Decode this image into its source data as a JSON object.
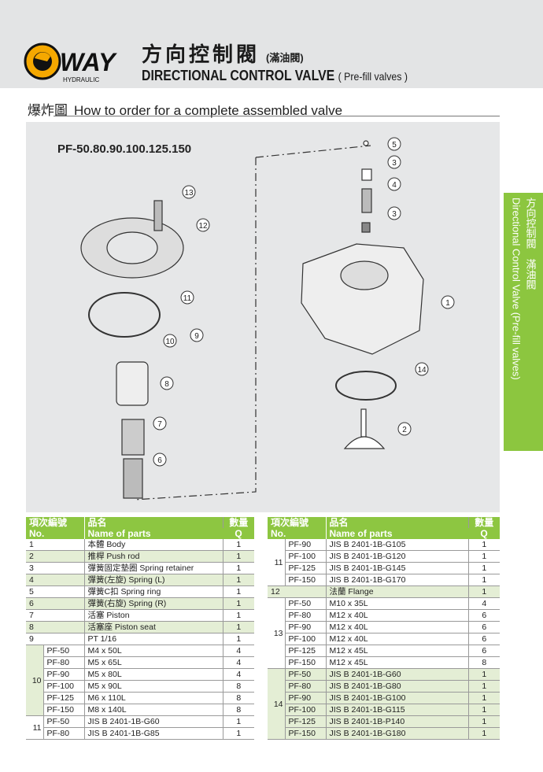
{
  "header": {
    "brand": "WAY",
    "brand_sub": "HYDRAULIC",
    "zh_title": "方向控制閥",
    "zh_sub": "(滿油閥)",
    "en_title": "DIRECTIONAL CONTROL VALVE",
    "en_sub": "( Pre-fill valves )"
  },
  "section": {
    "zh": "爆炸圖",
    "title": "How to order for a complete assembled valve"
  },
  "diagram": {
    "model": "PF-50.80.90.100.125.150",
    "callouts": [
      "5",
      "3",
      "4",
      "3",
      "13",
      "12",
      "11",
      "9",
      "10",
      "8",
      "7",
      "6",
      "1",
      "14",
      "2"
    ]
  },
  "side_tab": {
    "zh": "方向控制閥　滿油閥",
    "en": "Directional Control Valve (Pre-fill valves)"
  },
  "columns": {
    "no_zh": "項次編號",
    "no_en": "No.",
    "name_zh": "品名",
    "name_en": "Name of parts",
    "qty_zh": "數量",
    "qty_en": "Q"
  },
  "left_table": [
    {
      "no": "1",
      "name": "本體 Body",
      "q": "1",
      "g": false
    },
    {
      "no": "2",
      "name": "推桿 Push rod",
      "q": "1",
      "g": true
    },
    {
      "no": "3",
      "name": "彈簧固定墊圈 Spring retainer",
      "q": "1",
      "g": false
    },
    {
      "no": "4",
      "name": "彈簧(左旋) Spring (L)",
      "q": "1",
      "g": true
    },
    {
      "no": "5",
      "name": "彈簧C扣 Spring ring",
      "q": "1",
      "g": false
    },
    {
      "no": "6",
      "name": "彈簧(右旋) Spring (R)",
      "q": "1",
      "g": true
    },
    {
      "no": "7",
      "name": "活塞 Piston",
      "q": "1",
      "g": false
    },
    {
      "no": "8",
      "name": "活塞座 Piston seat",
      "q": "1",
      "g": true
    },
    {
      "no": "9",
      "name": "PT 1/16",
      "q": "1",
      "g": false
    },
    {
      "no": "10",
      "g": false,
      "gn": true,
      "rows": [
        [
          "PF-50",
          "M4 x 50L",
          "4"
        ],
        [
          "PF-80",
          "M5 x 65L",
          "4"
        ],
        [
          "PF-90",
          "M5 x 80L",
          "4"
        ],
        [
          "PF-100",
          "M5 x 90L",
          "8"
        ],
        [
          "PF-125",
          "M6 x 110L",
          "8"
        ],
        [
          "PF-150",
          "M8 x 140L",
          "8"
        ]
      ]
    },
    {
      "no": "11",
      "g": false,
      "rows": [
        [
          "PF-50",
          "JIS B 2401-1B-G60",
          "1"
        ],
        [
          "PF-80",
          "JIS B 2401-1B-G85",
          "1"
        ]
      ]
    }
  ],
  "right_table": [
    {
      "no": "11",
      "g": false,
      "rows": [
        [
          "PF-90",
          "JIS B 2401-1B-G105",
          "1"
        ],
        [
          "PF-100",
          "JIS B 2401-1B-G120",
          "1"
        ],
        [
          "PF-125",
          "JIS B 2401-1B-G145",
          "1"
        ],
        [
          "PF-150",
          "JIS B 2401-1B-G170",
          "1"
        ]
      ]
    },
    {
      "no": "12",
      "name": "法蘭 Flange",
      "q": "1",
      "g": true
    },
    {
      "no": "13",
      "g": false,
      "rows": [
        [
          "PF-50",
          "M10 x 35L",
          "4"
        ],
        [
          "PF-80",
          "M12 x 40L",
          "6"
        ],
        [
          "PF-90",
          "M12 x 40L",
          "6"
        ],
        [
          "PF-100",
          "M12 x 40L",
          "6"
        ],
        [
          "PF-125",
          "M12 x 45L",
          "6"
        ],
        [
          "PF-150",
          "M12 x 45L",
          "8"
        ]
      ]
    },
    {
      "no": "14",
      "g": true,
      "rows": [
        [
          "PF-50",
          "JIS B 2401-1B-G60",
          "1"
        ],
        [
          "PF-80",
          "JIS B 2401-1B-G80",
          "1"
        ],
        [
          "PF-90",
          "JIS B 2401-1B-G100",
          "1"
        ],
        [
          "PF-100",
          "JIS B 2401-1B-G115",
          "1"
        ],
        [
          "PF-125",
          "JIS B 2401-1B-P140",
          "1"
        ],
        [
          "PF-150",
          "JIS B 2401-1B-G180",
          "1"
        ]
      ]
    }
  ]
}
